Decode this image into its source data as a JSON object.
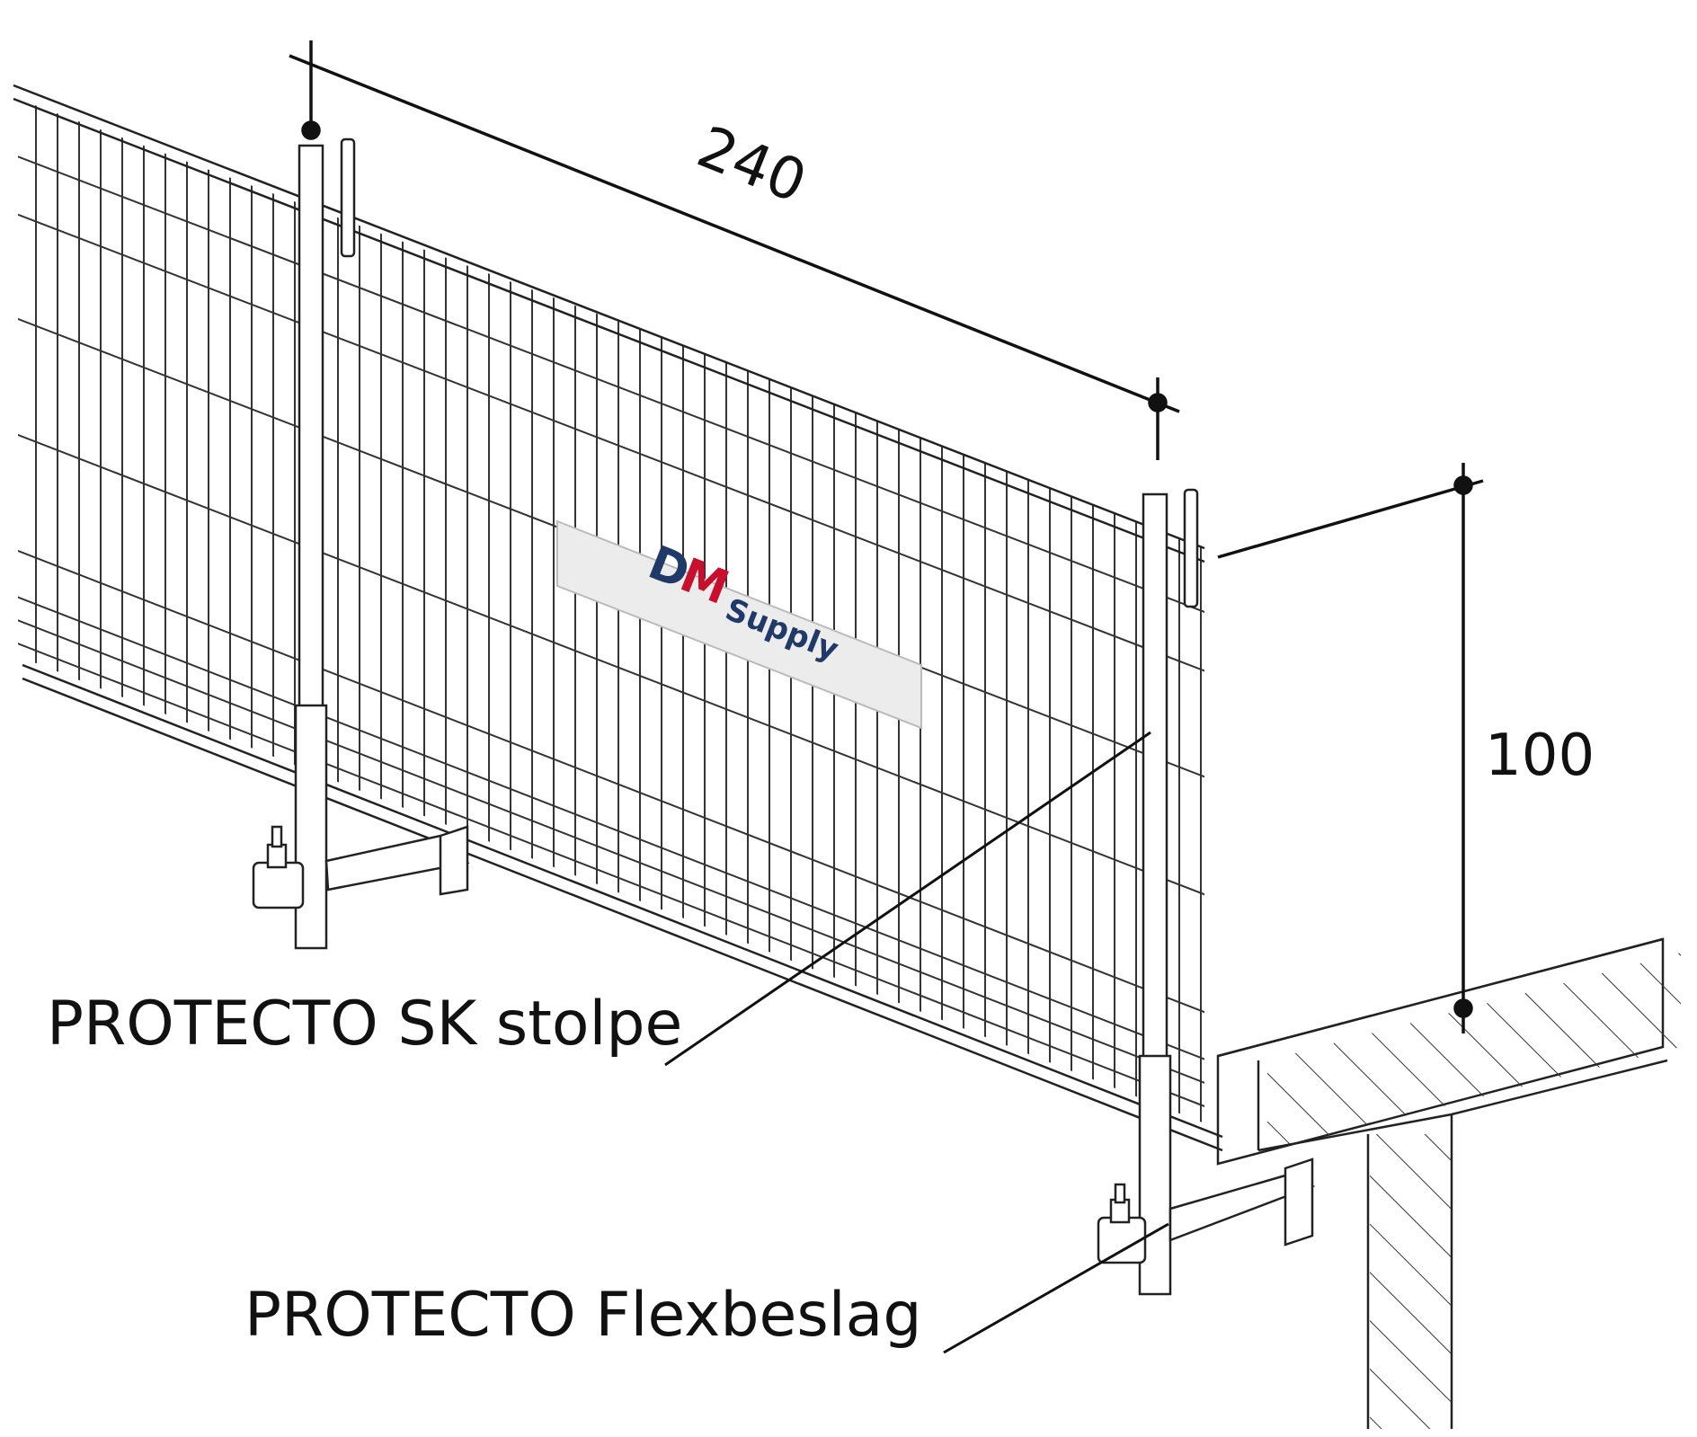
{
  "dimensions": {
    "width_label": "240",
    "height_label": "100"
  },
  "callouts": {
    "post": "PROTECTO SK stolpe",
    "bracket": "PROTECTO Flexbeslag"
  },
  "sign": {
    "logo_left": "D",
    "logo_right": "M",
    "logo_word": "Supply",
    "colors": {
      "primary": "#1f3a68",
      "accent": "#c8102e",
      "panel": "#ececec"
    }
  },
  "colors": {
    "line": "#222222",
    "dimension": "#111111"
  }
}
